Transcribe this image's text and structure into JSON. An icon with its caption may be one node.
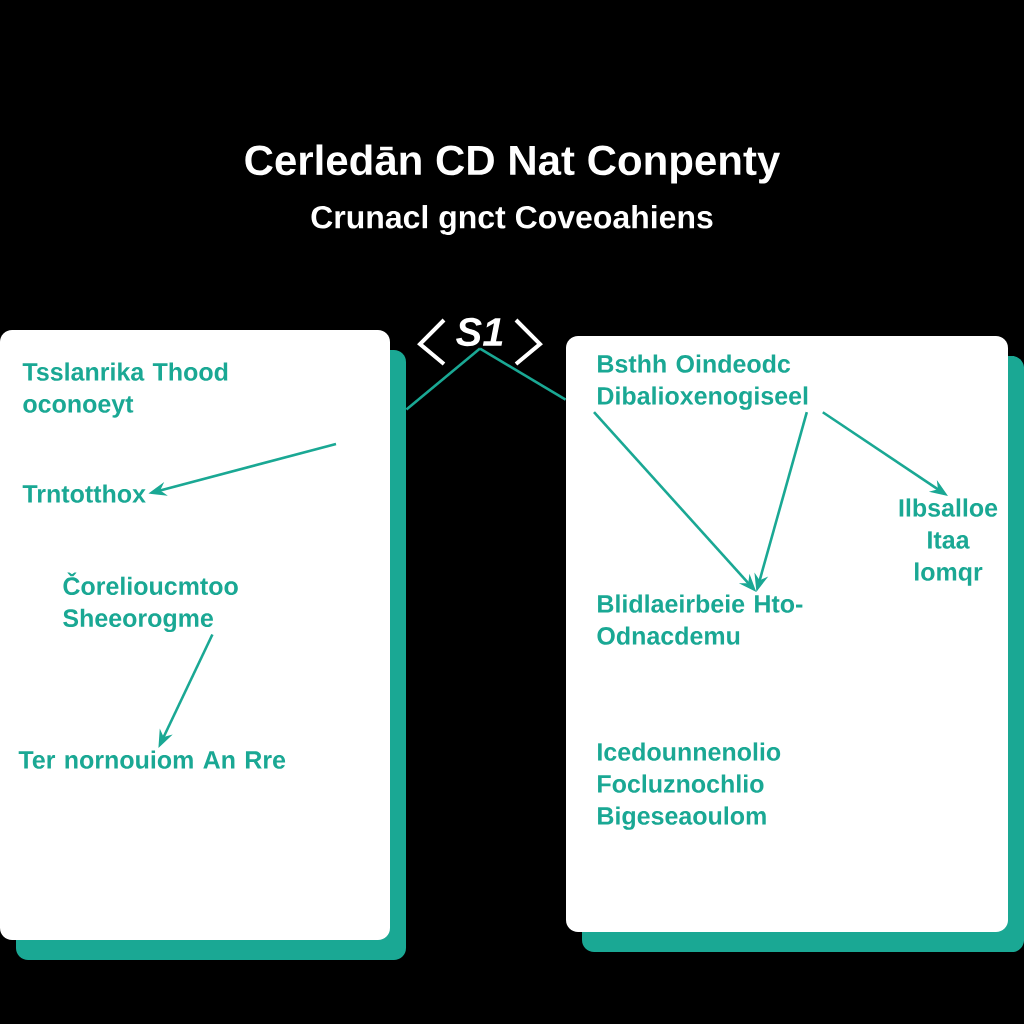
{
  "diagram": {
    "title": "Cerledān CD Nat Conpenty",
    "nodes": [
      {
        "text": [
          "S1"
        ]
      },
      {
        "text": [],
        "shape": "box"
      },
      {
        "text": [
          "Tsslanrika Thood oconoeyt"
        ],
        "in": 1
      },
      {
        "text": [
          "Trntotthox"
        ],
        "in": 1
      },
      {
        "text": [
          "Čorelioucmtoo Sheeorogme"
        ],
        "in": 1
      },
      {
        "text": [
          "Ter nornouiom An Rre"
        ],
        "in": 1
      },
      {
        "text": [],
        "shape": "box"
      },
      {
        "text": [
          "Bsthh Oindeodc Dibalioxenogiseel"
        ],
        "in": 6
      },
      {
        "text": [
          "Ilbsalloe Itaa lomqr"
        ],
        "in": 6
      },
      {
        "text": [
          "Blidlaeirbeie Hto-Odnacdemu"
        ],
        "in": 6
      },
      {
        "text": [
          "Icedounnenolio Focluznochlio Bigeseaoulom"
        ],
        "in": 6
      }
    ],
    "edges": [
      {
        "from": 0,
        "to": 1,
        "arrow": "none"
      },
      {
        "from": 0,
        "to": 6,
        "arrow": "none"
      },
      {
        "from": null,
        "to": 3,
        "arrow": "to"
      },
      {
        "from": 4,
        "to": 5,
        "arrow": "to"
      },
      {
        "from": 7,
        "to": 9,
        "arrow": "to"
      },
      {
        "from": 7,
        "to": 9,
        "arrow": "to"
      },
      {
        "from": 7,
        "to": 8,
        "arrow": "to"
      }
    ],
    "labels": [
      "Crunacl gnct Coveoahiens"
    ]
  }
}
